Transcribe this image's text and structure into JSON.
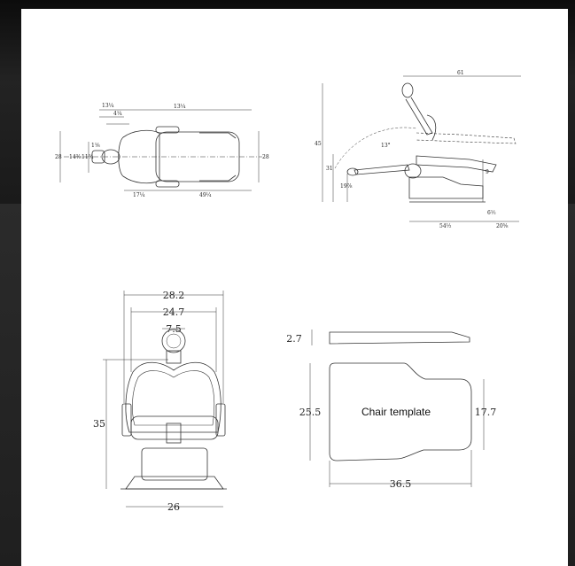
{
  "top_view": {
    "dims": [
      "13¼",
      "13¼",
      "4¼",
      "28",
      "14⅜",
      "11¾",
      "1⅛",
      "17¼",
      "49¼",
      "28"
    ]
  },
  "side_view": {
    "dims": [
      "61",
      "45",
      "13°",
      "31",
      "19⅞",
      "6½",
      "9",
      "54½",
      "20⅝"
    ]
  },
  "front_view": {
    "width_overall": "28.2",
    "width_back": "24.7",
    "width_headrest": "7.5",
    "height": "35",
    "base_width": "26"
  },
  "template_view": {
    "thickness": "2.7",
    "left_height": "25.5",
    "right_height": "17.7",
    "length": "36.5",
    "label": "Chair template"
  }
}
